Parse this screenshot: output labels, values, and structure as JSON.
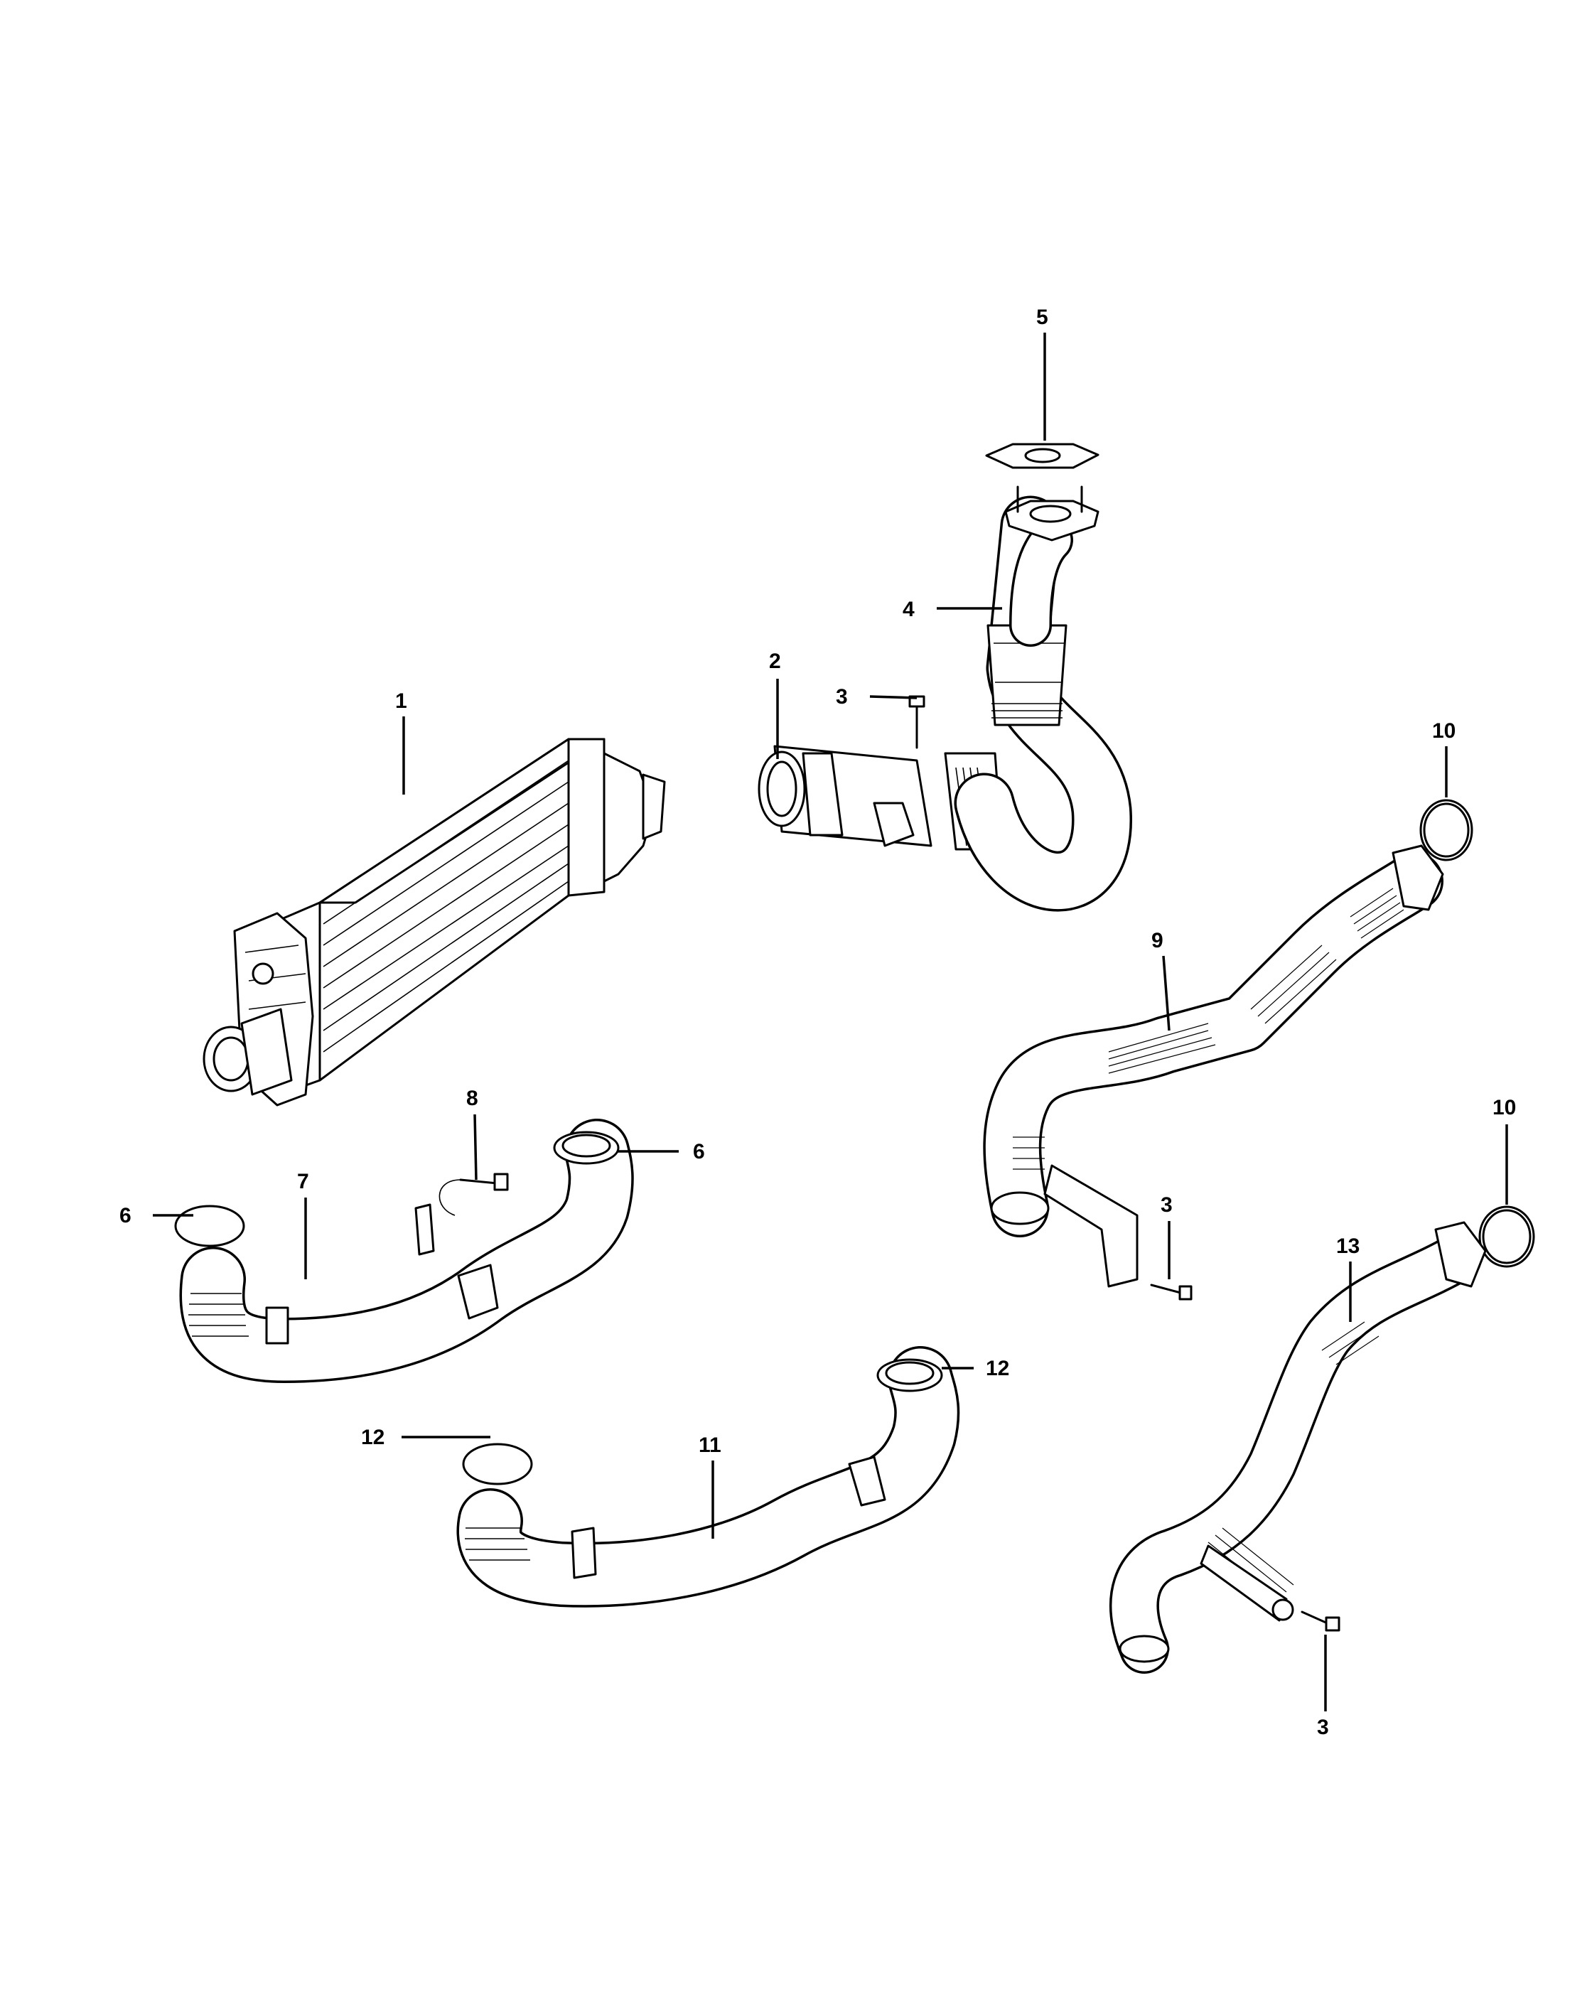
{
  "callouts": {
    "c1": "1",
    "c2": "2",
    "c3a": "3",
    "c3b": "3",
    "c3c": "3",
    "c4": "4",
    "c5": "5",
    "c6a": "6",
    "c6b": "6",
    "c7": "7",
    "c8": "8",
    "c9": "9",
    "c10a": "10",
    "c10b": "10",
    "c11": "11",
    "c12a": "12",
    "c12b": "12",
    "c13": "13"
  }
}
